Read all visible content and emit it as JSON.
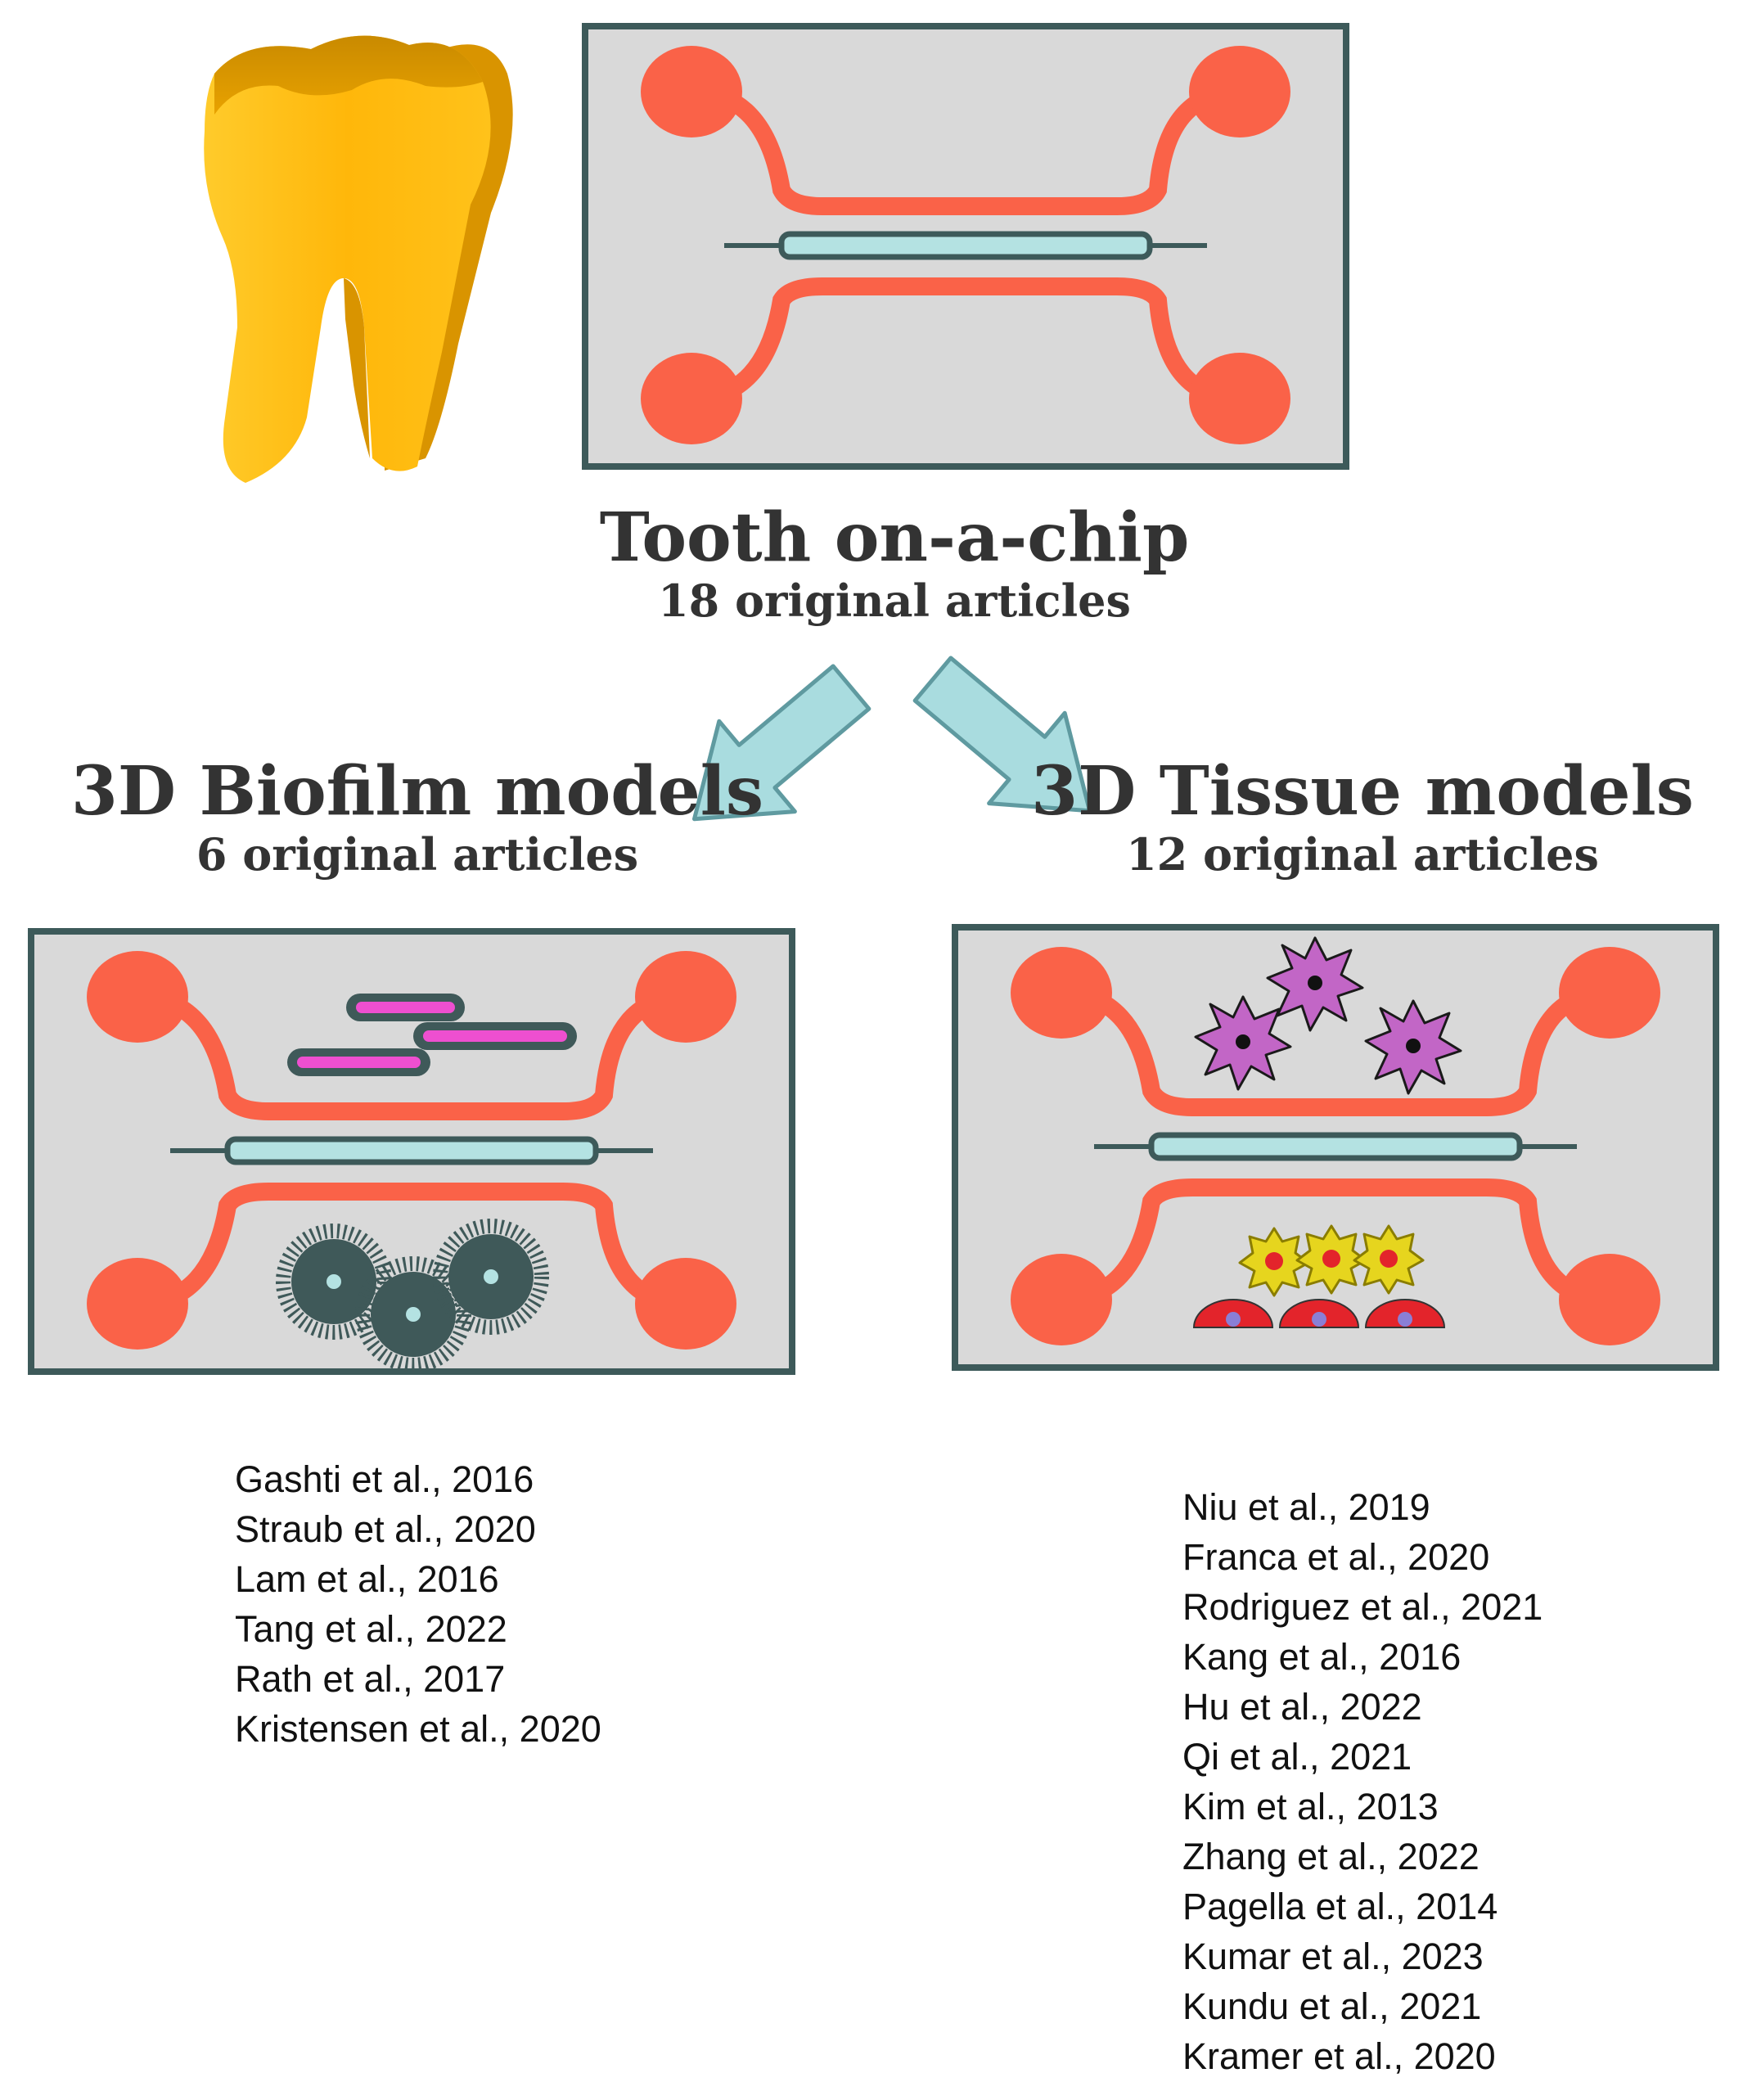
{
  "colors": {
    "chip_fill": "#d9d9d9",
    "chip_border": "#3d5a5a",
    "port": "#fa6248",
    "membrane": "#b4e2e2",
    "membrane_line": "#3d5a5a",
    "arrow_fill": "#a9dcdf",
    "arrow_stroke": "#5f9aa0",
    "tooth_light": "#ffbf14",
    "tooth_dark": "#c98a00",
    "bacteria_rod": "#ee4fd0",
    "bacteria_cocci": "#3f5959",
    "tissue_cell": "#c266c6",
    "stem_cell": "#e6d51e",
    "epithelial_cell": "#e3242b"
  },
  "top": {
    "title": "Tooth on-a-chip",
    "subtitle": "18 original articles"
  },
  "biofilm": {
    "title": "3D Biofilm models",
    "subtitle": "6 original articles",
    "references": [
      "Gashti et al., 2016",
      "Straub et al., 2020",
      "Lam et al., 2016",
      "Tang et al., 2022",
      "Rath et al., 2017",
      "Kristensen et al., 2020"
    ]
  },
  "tissue": {
    "title": "3D Tissue models",
    "subtitle": "12 original articles",
    "references": [
      "Niu et al., 2019",
      "Franca et al., 2020",
      "Rodriguez et al., 2021",
      "Kang et al., 2016",
      "Hu et al., 2022",
      "Qi et al., 2021",
      "Kim et al., 2013",
      "Zhang et al., 2022",
      "Pagella et al., 2014",
      "Kumar et al., 2023",
      "Kundu et al., 2021",
      "Kramer et al., 2020"
    ]
  }
}
